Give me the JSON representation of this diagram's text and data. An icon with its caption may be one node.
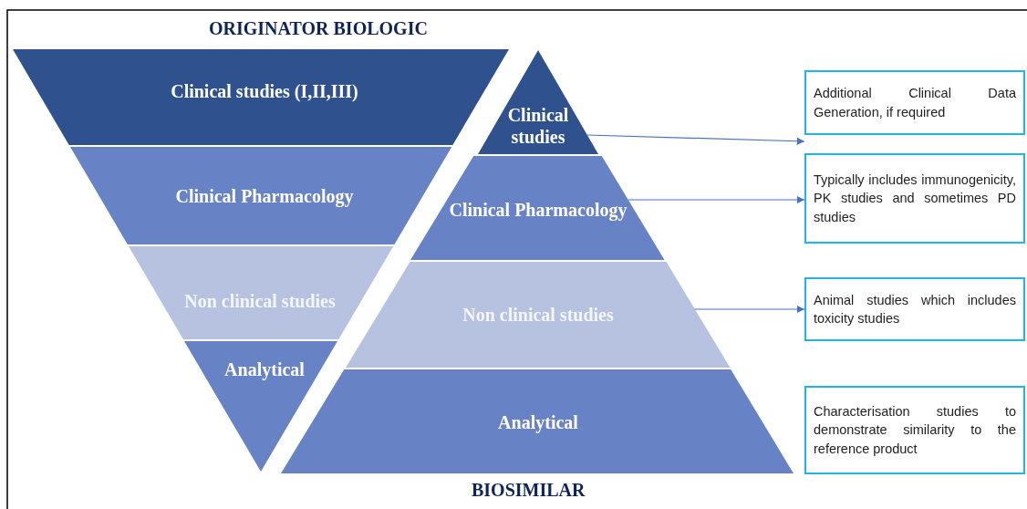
{
  "diagram": {
    "title": "ORIGINATOR BIOLOGIC",
    "nodes": [
      {
        "text": [
          "Clinical studies (I,II,III)"
        ]
      },
      {
        "text": [
          "Clinical Pharmacology"
        ]
      },
      {
        "text": [
          "Non clinical studies"
        ]
      },
      {
        "text": [
          "Analytical"
        ]
      },
      {
        "text": [
          "Clinical studies"
        ]
      },
      {
        "text": [
          "Clinical Pharmacology"
        ]
      },
      {
        "text": [
          "Non clinical studies"
        ]
      },
      {
        "text": [
          "Analytical"
        ]
      },
      {
        "text": [
          "Additional Clinical Data Generation, if required"
        ]
      },
      {
        "text": [
          "Typically includes immunogenicity, PK studies and sometimes PD studies"
        ]
      },
      {
        "text": [
          "Animal studies which includes toxicity studies"
        ]
      },
      {
        "text": [
          "Characterisation studies to demonstrate similarity to the reference product"
        ]
      }
    ],
    "edges": [
      {
        "from": 4,
        "to": 8,
        "arrow": "to"
      },
      {
        "from": 5,
        "to": 9,
        "arrow": "to"
      },
      {
        "from": 6,
        "to": 10,
        "arrow": "to"
      }
    ],
    "labels": [
      "BIOSIMILAR"
    ]
  }
}
